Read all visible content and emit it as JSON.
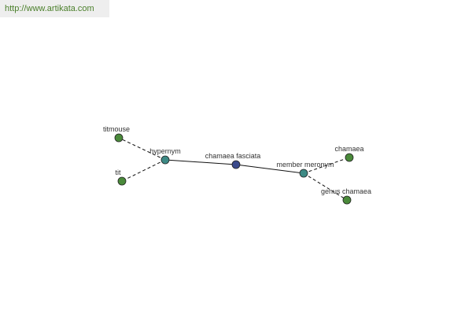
{
  "watermark": {
    "text": "http://www.artikata.com"
  },
  "colors": {
    "center_node": "#3b4a8c",
    "relation_node": "#3d8a85",
    "word_node": "#4a8a3a",
    "node_stroke": "#222222",
    "edge": "#111111",
    "label": "#333333",
    "watermark_text": "#4a7f2a",
    "watermark_bg": "#eeeeee"
  },
  "graph": {
    "nodes": [
      {
        "id": "chamaea-fasciata",
        "label": "chamaea fasciata",
        "kind": "center"
      },
      {
        "id": "hypernym",
        "label": "hypernym",
        "kind": "relation"
      },
      {
        "id": "member-meronym",
        "label": "member meronym",
        "kind": "relation"
      },
      {
        "id": "titmouse",
        "label": "titmouse",
        "kind": "word"
      },
      {
        "id": "tit",
        "label": "tit",
        "kind": "word"
      },
      {
        "id": "chamaea",
        "label": "chamaea",
        "kind": "word"
      },
      {
        "id": "genus-chamaea",
        "label": "genus chamaea",
        "kind": "word"
      }
    ],
    "edges": [
      {
        "from": "chamaea-fasciata",
        "to": "hypernym",
        "style": "solid"
      },
      {
        "from": "chamaea-fasciata",
        "to": "member-meronym",
        "style": "solid"
      },
      {
        "from": "hypernym",
        "to": "titmouse",
        "style": "dashed"
      },
      {
        "from": "hypernym",
        "to": "tit",
        "style": "dashed"
      },
      {
        "from": "member-meronym",
        "to": "chamaea",
        "style": "dashed"
      },
      {
        "from": "member-meronym",
        "to": "genus-chamaea",
        "style": "dashed"
      }
    ]
  }
}
